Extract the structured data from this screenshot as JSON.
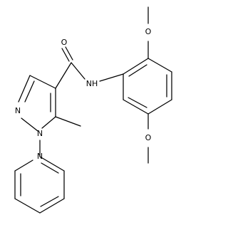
{
  "diagram": {
    "type": "chemical-structure",
    "atom_labels": {
      "carbonyl_oxygen": "O",
      "amide_nitrogen": "NH",
      "methoxy_oxygen_top": "O",
      "methoxy_oxygen_bottom": "O",
      "pyrazole_n2": "N",
      "pyrazole_n1": "N",
      "pyridine_n": "N"
    },
    "colors": {
      "bond": "#000000",
      "label": "#000000",
      "background": "#ffffff"
    }
  }
}
